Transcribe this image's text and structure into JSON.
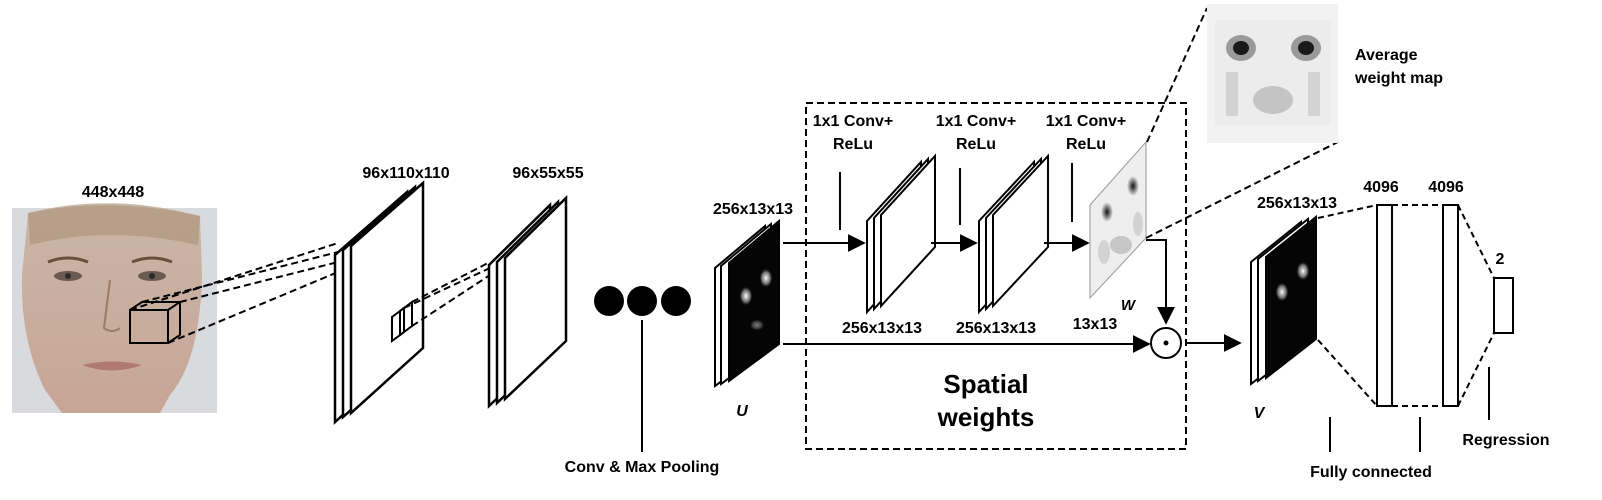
{
  "input": {
    "size_label": "448x448"
  },
  "conv_layers": [
    {
      "label": "96x110x110"
    },
    {
      "label": "96x55x55"
    }
  ],
  "ellipsis_caption": "Conv & Max Pooling",
  "feature_map_u": {
    "size_label": "256x13x13",
    "symbol": "U"
  },
  "spatial_weights": {
    "title_line1": "Spatial",
    "title_line2": "weights",
    "convs": [
      {
        "line1": "1x1 Conv+",
        "line2": "ReLu",
        "output_label": "256x13x13"
      },
      {
        "line1": "1x1 Conv+",
        "line2": "ReLu",
        "output_label": "256x13x13"
      },
      {
        "line1": "1x1 Conv+",
        "line2": "ReLu",
        "output_label": "13x13"
      }
    ],
    "weight_symbol": "W",
    "operator": "⊙"
  },
  "average_weight_map": {
    "line1": "Average",
    "line2": "weight map"
  },
  "feature_map_v": {
    "size_label": "256x13x13",
    "symbol": "V"
  },
  "fully_connected": {
    "layers": [
      {
        "label": "4096"
      },
      {
        "label": "4096"
      }
    ],
    "caption": "Fully connected"
  },
  "regression": {
    "output_label": "2",
    "caption": "Regression"
  }
}
